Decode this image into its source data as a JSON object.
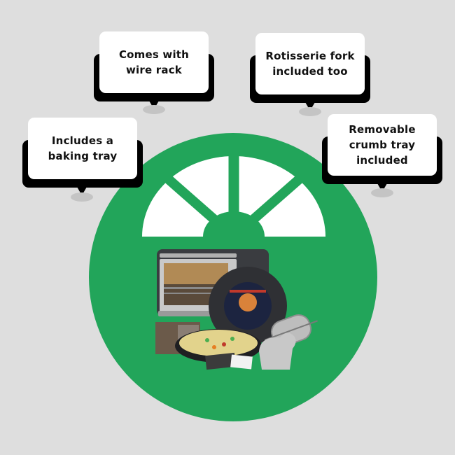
{
  "colors": {
    "background": "#dedede",
    "circle": "#22a55a",
    "callout_box": "#ffffff",
    "callout_shadow": "#000000",
    "callout_text": "#111111",
    "pointer_ellipse": "#c4c4c4",
    "fan": "#ffffff"
  },
  "callouts": [
    {
      "id": "wire-rack",
      "line1": "Comes with",
      "line2": "wire rack",
      "line3": ""
    },
    {
      "id": "rotisserie-fork",
      "line1": "Rotisserie fork",
      "line2": "included too",
      "line3": ""
    },
    {
      "id": "baking-tray",
      "line1": "Includes a",
      "line2": "baking tray",
      "line3": ""
    },
    {
      "id": "crumb-tray",
      "line1": "Removable",
      "line2": "crumb tray",
      "line3": "included"
    }
  ],
  "center_graphic": {
    "shape": "green-circle",
    "icon": "sunburst-fan-icon",
    "image": "toaster-oven-with-accessories"
  }
}
